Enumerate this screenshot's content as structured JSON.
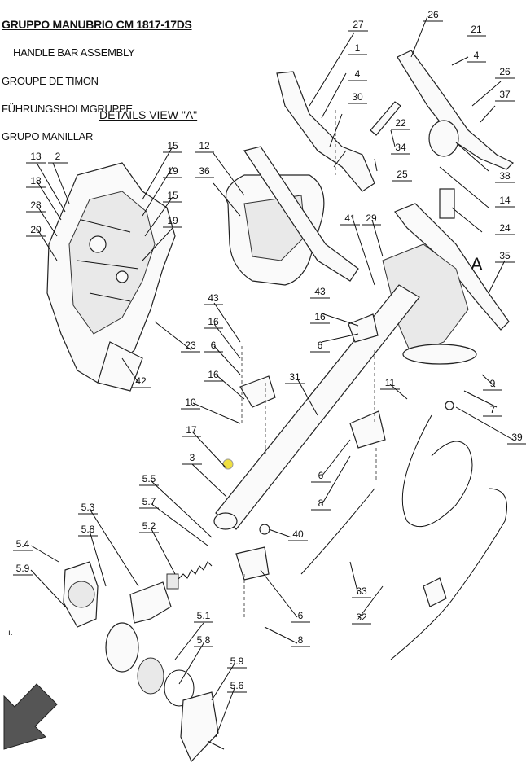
{
  "titles": {
    "main": "GRUPPO MANUBRIO CM 1817-17DS",
    "en": "HANDLE BAR ASSEMBLY",
    "fr": "GROUPE DE TIMON",
    "de": "FÜHRUNGSHOLMGRUPPE",
    "es": "GRUPO MANILLAR",
    "detail": "DETAILS VIEW \"A\"",
    "view_letter": "A",
    "mark": "ı."
  },
  "callouts": [
    "27",
    "1",
    "4",
    "30",
    "26",
    "21",
    "4",
    "26",
    "37",
    "22",
    "34",
    "38",
    "14",
    "25",
    "24",
    "35",
    "41",
    "29",
    "43",
    "16",
    "6",
    "12",
    "36",
    "13",
    "2",
    "18",
    "28",
    "20",
    "15",
    "19",
    "15",
    "19",
    "23",
    "42",
    "43",
    "16",
    "6",
    "16",
    "10",
    "17",
    "3",
    "31",
    "11",
    "9",
    "7",
    "39",
    "6",
    "8",
    "5.5",
    "5.7",
    "5.2",
    "5.3",
    "5.8",
    "5.4",
    "5.9",
    "40",
    "6",
    "8",
    "33",
    "32",
    "5.1",
    "5.8",
    "5.9",
    "5.6"
  ]
}
